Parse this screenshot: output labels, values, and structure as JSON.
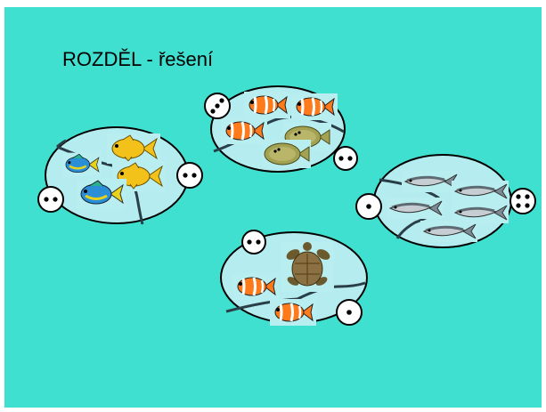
{
  "slide": {
    "title": "ROZDĚL - řešení",
    "background": "#40e0d0"
  },
  "groups": [
    {
      "name": "fish-group-top",
      "fish": [
        "clownfish",
        "clownfish",
        "clownfish",
        "flounder",
        "flounder"
      ],
      "dice": [
        3,
        2
      ]
    },
    {
      "name": "fish-group-left",
      "fish": [
        "goldfish",
        "goldfish",
        "blue-tropical-fish",
        "blue-tropical-fish"
      ],
      "dice": [
        2,
        2
      ]
    },
    {
      "name": "fish-group-right",
      "fish": [
        "tuna",
        "tuna",
        "tuna",
        "tuna",
        "tuna"
      ],
      "dice": [
        1,
        4
      ]
    },
    {
      "name": "fish-group-bottom",
      "fish": [
        "sea-turtle",
        "clownfish",
        "clownfish"
      ],
      "dice": [
        2,
        1
      ]
    }
  ],
  "colors": {
    "pond": "#b4ecef",
    "outline": "#000000",
    "divider": "#2a3e48",
    "tile": "#b8eef0",
    "clownfish": "#ff7a1a",
    "goldfish": "#f2c21a",
    "flounder": "#a3a253",
    "tuna": "#8e9aa2",
    "turtle": "#8a7042"
  }
}
